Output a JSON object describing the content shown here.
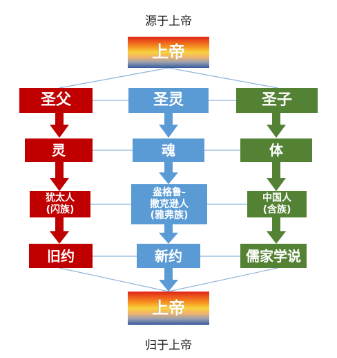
{
  "top_caption": "源于上帝",
  "bottom_caption": "归于上帝",
  "top_god": "上帝",
  "bottom_god": "上帝",
  "trinity": {
    "father": "圣父",
    "spirit": "圣灵",
    "son": "圣子"
  },
  "aspects": {
    "spirit": "灵",
    "soul": "魂",
    "body": "体"
  },
  "peoples": {
    "jews": "犹太人\n(闪族)",
    "anglo_saxons": "盎格鲁-\n撒克逊人\n(雅弗族)",
    "chinese": "中国人\n(含族)"
  },
  "teachings": {
    "old": "旧约",
    "new": "新约",
    "confucian": "儒家学说"
  },
  "colors": {
    "red": "#c00000",
    "blue": "#5b9bd5",
    "green": "#548235",
    "line": "#8db3d9"
  }
}
